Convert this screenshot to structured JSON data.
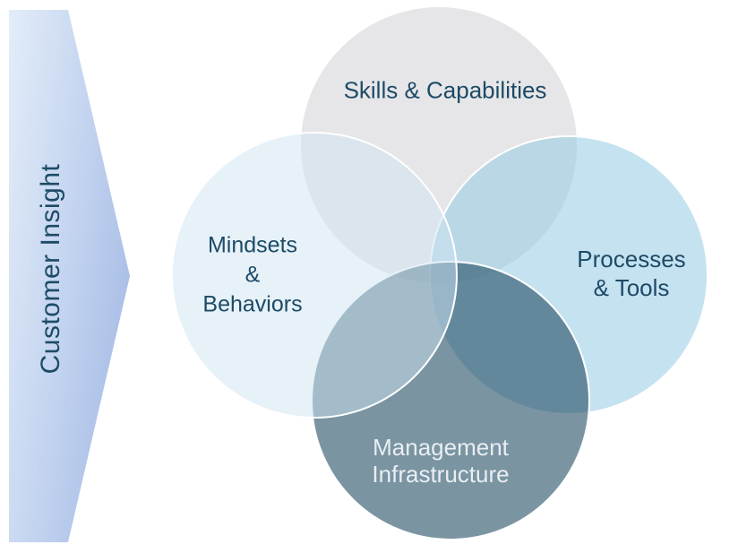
{
  "arrow": {
    "label": "Customer Insight",
    "text_color": "#1C4B67",
    "gradient_start": "#E3EDF9",
    "gradient_mid": "#C5D5F0",
    "gradient_end": "#AABFE7"
  },
  "venn": {
    "stroke_color": "#FFFFFF",
    "top": {
      "label": "Skills & Capabilities",
      "fill": "#E6E6E8",
      "text_color": "#1D4A66"
    },
    "left": {
      "line1": "Mindsets",
      "line2": "&",
      "line3": "Behaviors",
      "fill": "rgba(205,227,241,0.5)",
      "text_color": "#1D4A66"
    },
    "right": {
      "line1": "Processes",
      "line2": "& Tools",
      "fill": "rgba(150,202,228,0.55)",
      "text_color": "#1D4A66"
    },
    "bottom": {
      "line1": "Management",
      "line2": "Infrastructure",
      "fill": "rgba(33,77,100,0.6)",
      "text_color": "#E9EEF2"
    }
  }
}
